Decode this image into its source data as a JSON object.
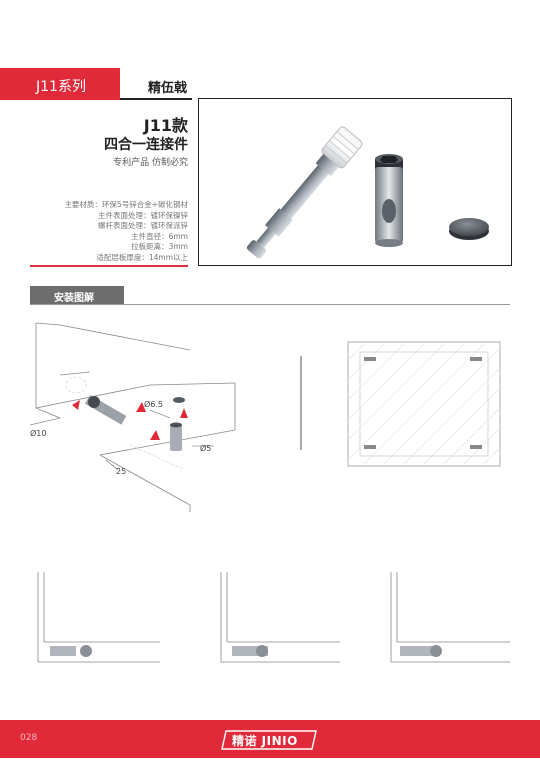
{
  "header": {
    "series_label": "J11系列",
    "series_name": "精伍戟"
  },
  "product": {
    "model": "J11款",
    "name": "四合一连接件",
    "tagline": "专利产品  仿制必究"
  },
  "specs": [
    "主要材质：环保5号锌合金+碳化钢材",
    "主件表面处理：镀环保镍锌",
    "螺杆表面处理：镀环保派锌",
    "主件直径：6mm",
    "拉板距离：3mm",
    "适配层板厚度：14mm以上"
  ],
  "install": {
    "section_label": "安装图解",
    "dim_diameter_10": "Ø10",
    "dim_diameter_6_5": "Ø6.5",
    "dim_diameter_5": "Ø5",
    "dim_depth_25": "25"
  },
  "footer": {
    "page_number": "028",
    "brand": "精诺 JINIO"
  },
  "colors": {
    "accent": "#e02a3a",
    "label_gray": "#6d6d6d"
  }
}
